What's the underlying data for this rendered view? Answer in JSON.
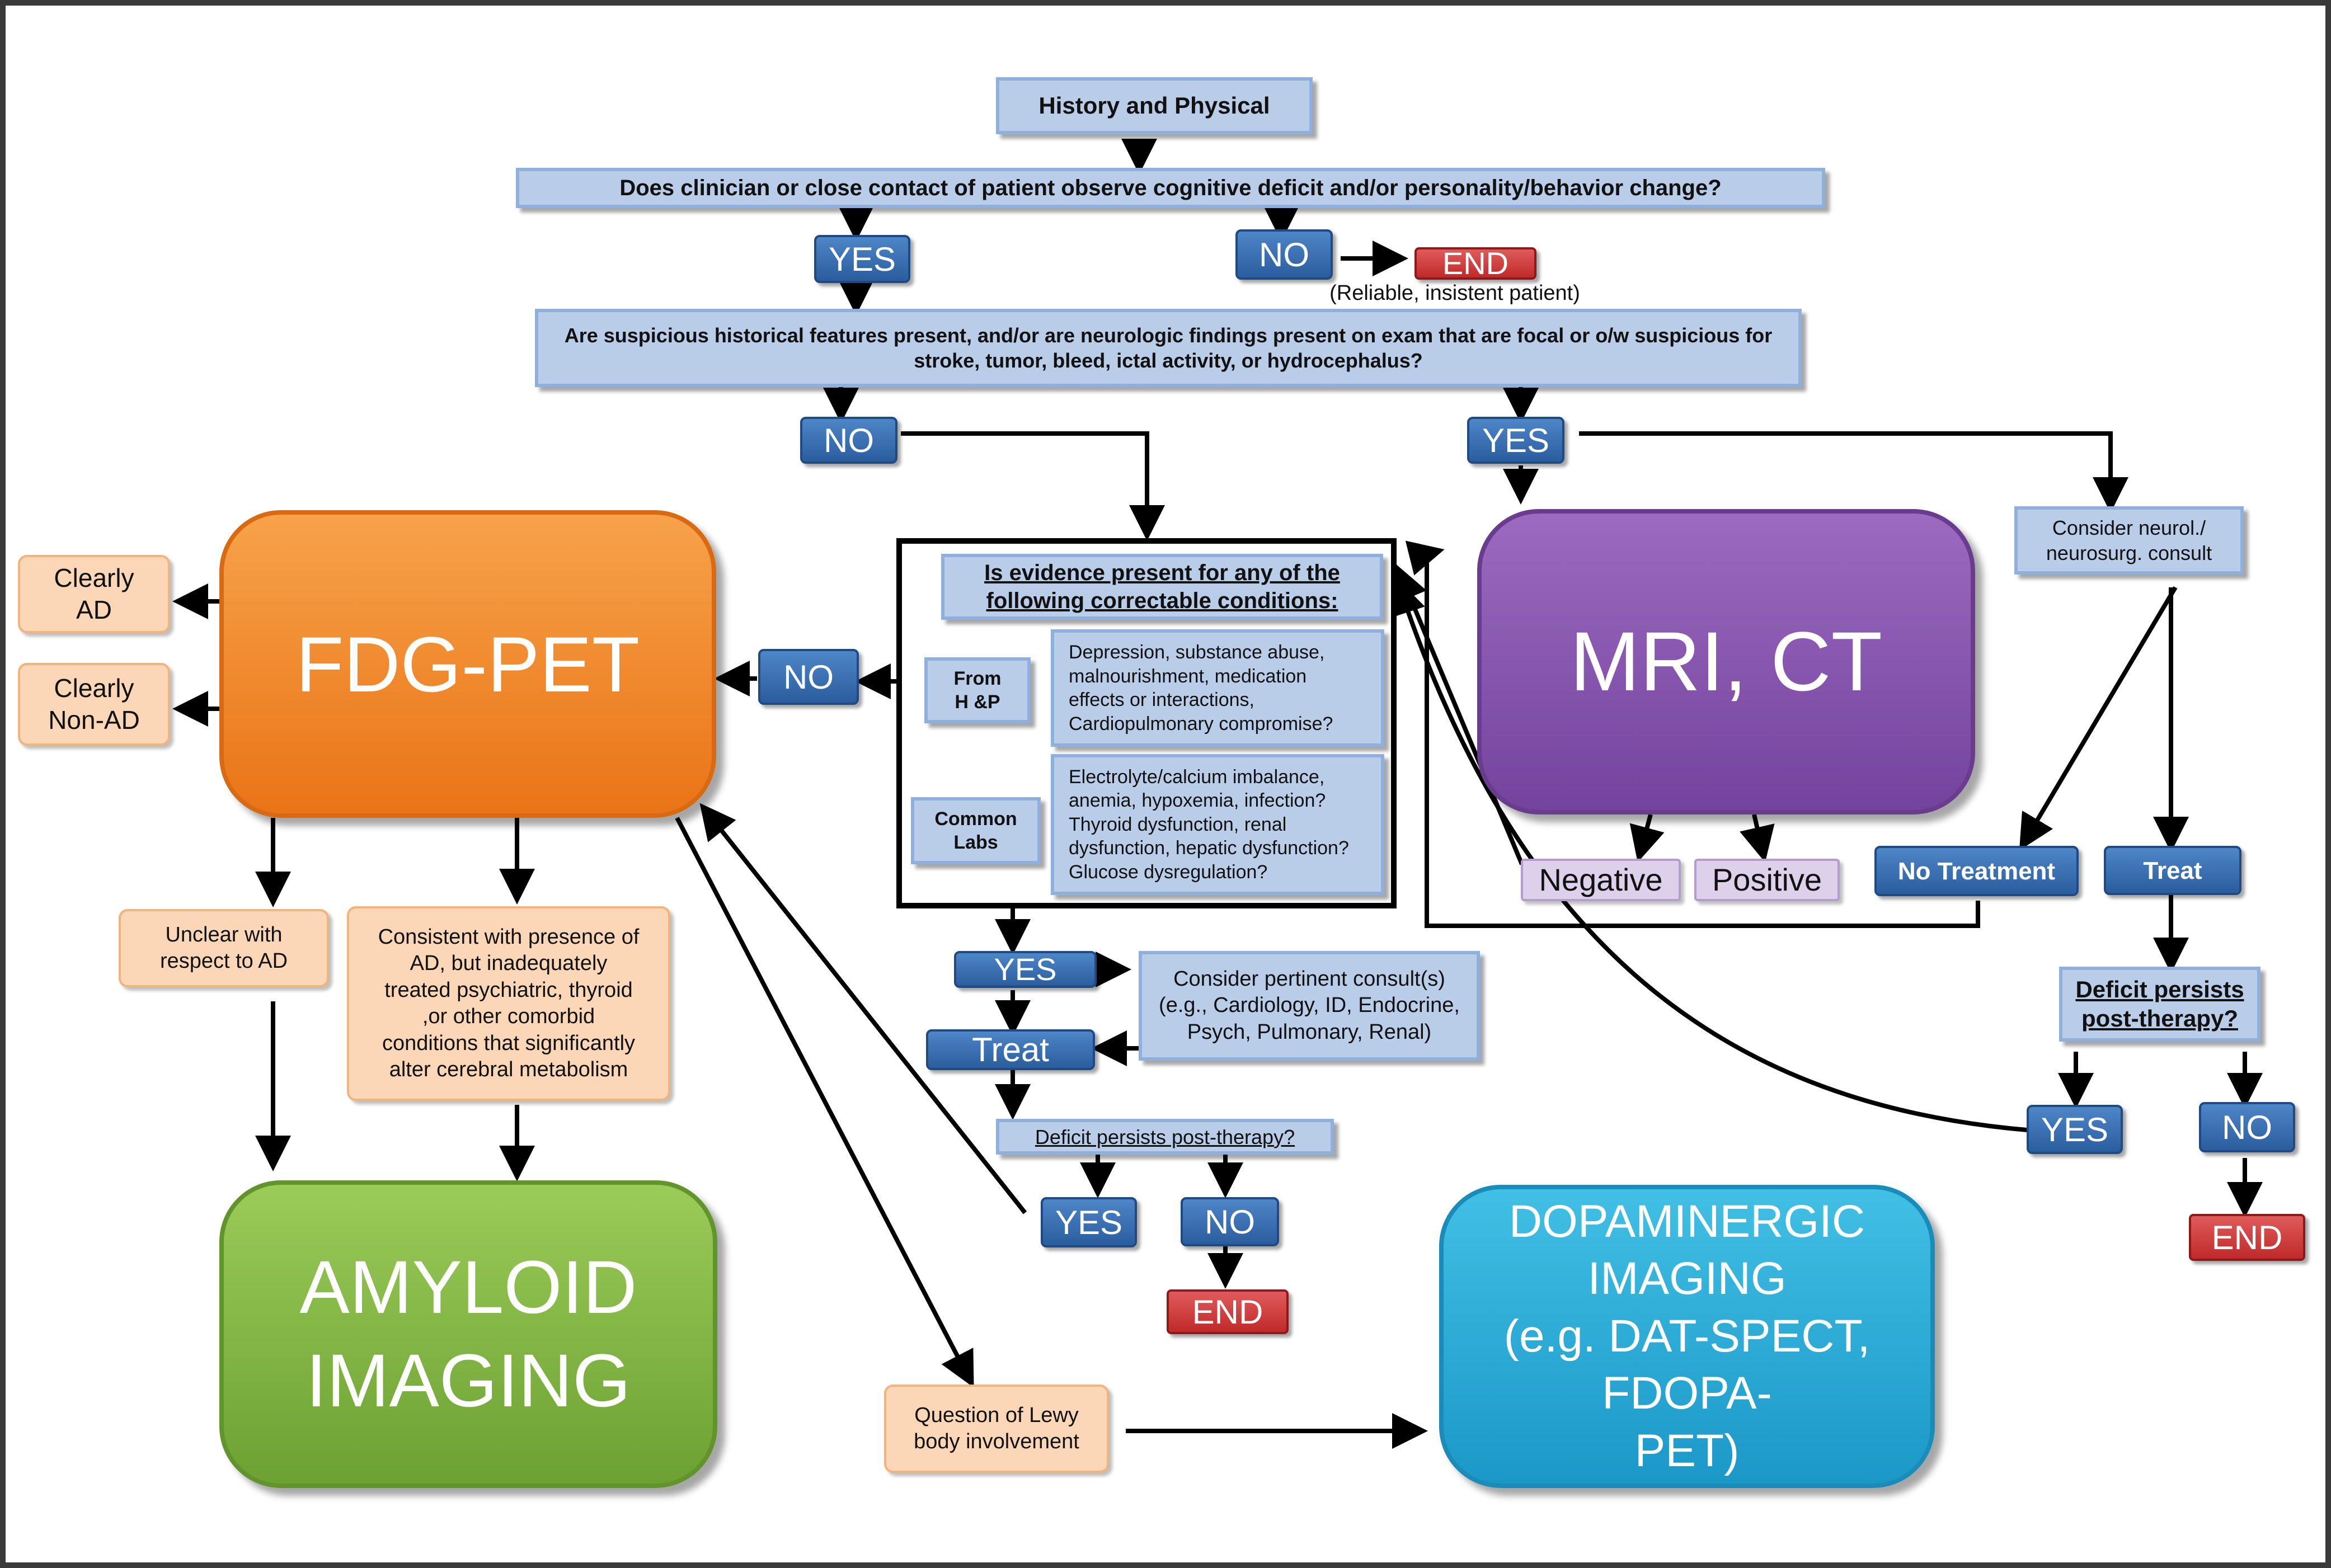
{
  "nodes": {
    "history": "History and Physical",
    "q_observe": "Does clinician or close contact of patient observe cognitive deficit and/or personality/behavior change?",
    "yes1": "YES",
    "no1": "NO",
    "end1": "END",
    "end1_note": "(Reliable, insistent patient)",
    "q_suspicious": "Are suspicious historical features present, and/or are neurologic findings present on exam that are focal or o/w suspicious for\nstroke, tumor, bleed, ictal activity, or hydrocephalus?",
    "no2": "NO",
    "yes2": "YES",
    "correctable_title": "Is evidence present for any of the\nfollowing correctable conditions:",
    "from_hp": "From\nH &P",
    "from_hp_text": "Depression, substance abuse,\nmalnourishment, medication\neffects or interactions,\nCardiopulmonary compromise?",
    "common_labs": "Common\nLabs",
    "labs_text": "Electrolyte/calcium imbalance,\nanemia, hypoxemia, infection?\nThyroid dysfunction, renal\ndysfunction, hepatic dysfunction?\nGlucose dysregulation?",
    "no3": "NO",
    "fdg_pet": "FDG-PET",
    "clearly_ad": "Clearly\nAD",
    "clearly_non_ad": "Clearly\nNon-AD",
    "unclear_ad": "Unclear with\nrespect to AD",
    "consistent_ad": "Consistent with presence of\nAD, but inadequately\ntreated psychiatric, thyroid\n,or other comorbid\nconditions that significantly\nalter cerebral metabolism",
    "amyloid": "AMYLOID\nIMAGING",
    "lewy": "Question of Lewy\nbody involvement",
    "dopaminergic": "DOPAMINERGIC\nIMAGING\n(e.g. DAT-SPECT, FDOPA-\nPET)",
    "mri_ct": "MRI, CT",
    "negative": "Negative",
    "positive": "Positive",
    "neuro_consult": "Consider neurol./\nneurosurg. consult",
    "no_treatment": "No Treatment",
    "treat_right": "Treat",
    "deficit_right": "Deficit persists\npost-therapy?",
    "yes_right": "YES",
    "no_right": "NO",
    "end_right": "END",
    "yes_mid": "YES",
    "consult_pertinent": "Consider pertinent consult(s)\n(e.g., Cardiology, ID, Endocrine,\nPsych, Pulmonary, Renal)",
    "treat_mid": "Treat",
    "deficit_mid": "Deficit persists post-therapy?",
    "yes_bottom": "YES",
    "no_bottom": "NO",
    "end_bottom": "END"
  },
  "colors": {
    "light_blue": "#b9cde9",
    "button_blue": "#3a73b8",
    "end_red": "#d03a3a",
    "fdg_orange": "#f08a2e",
    "mri_purple": "#8552ad",
    "amyloid_green": "#84b846",
    "dopamine_cyan": "#2aaed8",
    "peach": "#fbd7b8",
    "lavender": "#ddd0ea"
  }
}
